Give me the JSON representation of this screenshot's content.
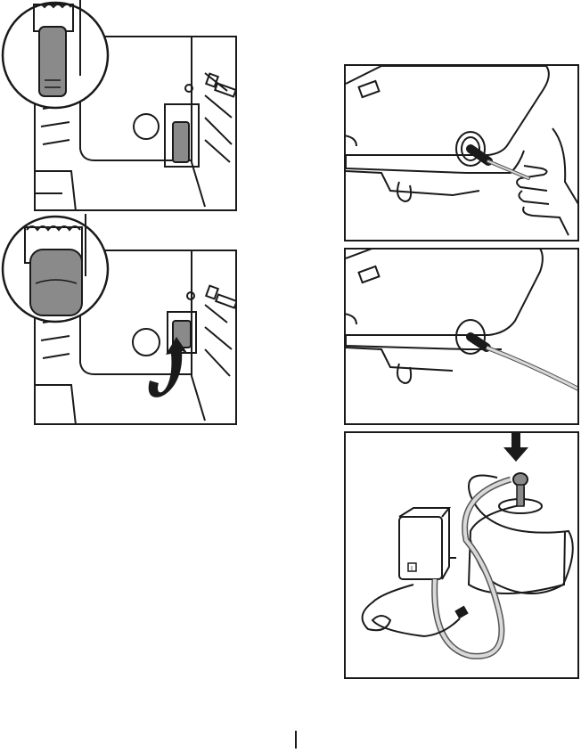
{
  "document": {
    "type": "instruction-illustrations",
    "figures": [
      {
        "id": "filter-unscrew"
      },
      {
        "id": "filter-install-rotate"
      },
      {
        "id": "hose-insert"
      },
      {
        "id": "hose-seated"
      },
      {
        "id": "bottle-pump-setup",
        "pump_switch_label": "I"
      }
    ]
  },
  "colors": {
    "line": "#1a1a1a",
    "filter_gray": "#8a8a8a",
    "hose": "#d9d9d9",
    "hose_outline": "#555555"
  }
}
